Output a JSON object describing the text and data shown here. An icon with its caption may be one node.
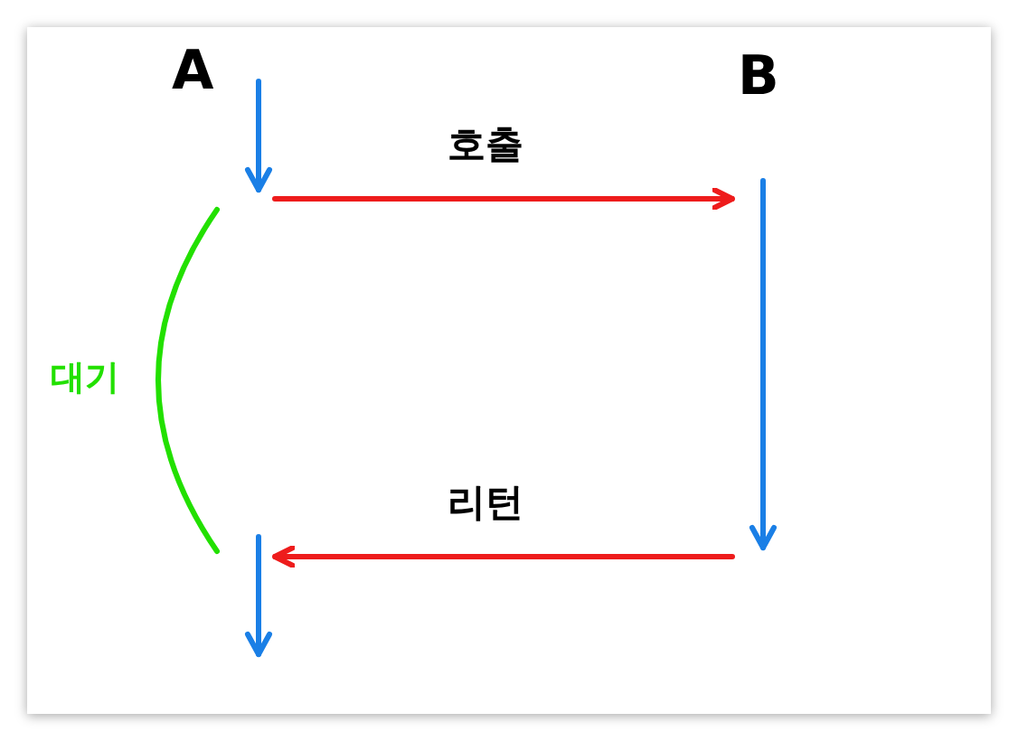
{
  "diagram": {
    "nodes": [
      {
        "text": [
          "A"
        ]
      },
      {
        "text": [
          "B"
        ]
      }
    ],
    "edges": [
      {
        "from": 0,
        "to": 1,
        "arrow": "to",
        "label": "호출"
      },
      {
        "from": 1,
        "to": 0,
        "arrow": "to",
        "label": "리턴"
      }
    ],
    "labels": [
      "대기"
    ]
  }
}
